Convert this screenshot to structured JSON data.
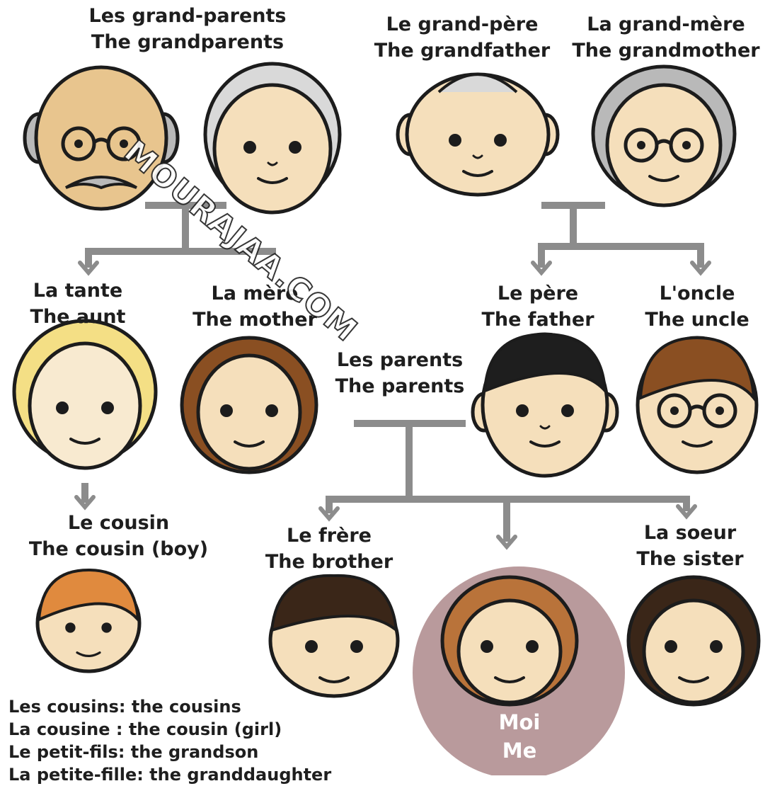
{
  "watermark": "MOURAJAA.COM",
  "labels": {
    "grandparents": {
      "fr": "Les grand-parents",
      "en": "The grandparents"
    },
    "grandfather": {
      "fr": "Le grand-père",
      "en": "The grandfather"
    },
    "grandmother": {
      "fr": "La grand-mère",
      "en": "The grandmother"
    },
    "aunt": {
      "fr": "La tante",
      "en": "The aunt"
    },
    "mother": {
      "fr": "La mère",
      "en": "The mother"
    },
    "father": {
      "fr": "Le père",
      "en": "The father"
    },
    "uncle": {
      "fr": "L'oncle",
      "en": "The uncle"
    },
    "parents": {
      "fr": "Les parents",
      "en": "The parents"
    },
    "cousin": {
      "fr": "Le cousin",
      "en": "The cousin (boy)"
    },
    "brother": {
      "fr": "Le frère",
      "en": "The brother"
    },
    "sister": {
      "fr": "La soeur",
      "en": "The sister"
    },
    "me": {
      "fr": "Moi",
      "en": "Me"
    }
  },
  "vocabulary": [
    "Les cousins: the cousins",
    "La cousine : the cousin (girl)",
    "Le petit-fils: the grandson",
    "La petite-fille: the granddaughter"
  ],
  "colors": {
    "skin": "#f5dfbb",
    "outline": "#1c1c1c",
    "connector": "#8c8c8c",
    "gray_hair": "#b9b9b9",
    "brown_hair": "#8a4f22",
    "blonde_hair": "#f4df85",
    "black_hair": "#1e1e1e",
    "ginger_hair": "#e08a3e",
    "me_circle": "#b99a9c"
  }
}
